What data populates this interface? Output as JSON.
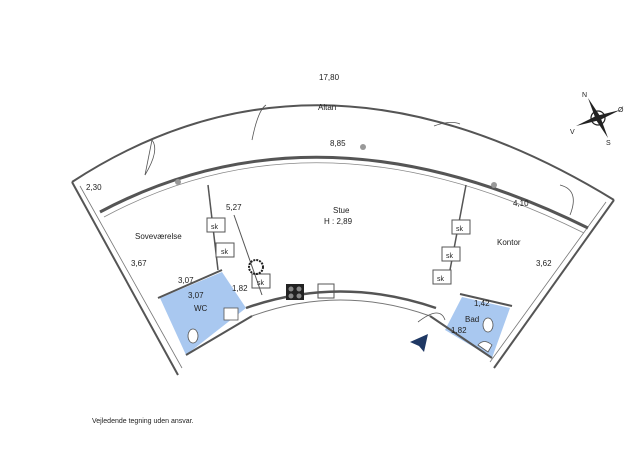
{
  "plan": {
    "overall_width": "17,80",
    "rooms": {
      "altan": "Altan",
      "stue": "Stue",
      "stue_height": "H : 2,89",
      "sovevaerelse": "Soveværelse",
      "kontor": "Kontor",
      "wc": "WC",
      "bad": "Bad"
    },
    "dimensions": {
      "altan_depth": "2,30",
      "stue_width": "8,85",
      "sove_depth": "5,27",
      "sove_width": "3,67",
      "kontor_depth": "4,10",
      "kontor_width": "3,62",
      "wc_width": "3,07",
      "wc_depth": "3,07",
      "wc_side": "1,82",
      "bad_width": "1,42",
      "bad_depth": "1,82"
    },
    "storage_label": "sk",
    "compass": {
      "north": "N",
      "south": "S",
      "east": "Ø",
      "west": "V"
    },
    "colors": {
      "wet_room": "#a9c8f0",
      "wall": "#555555",
      "entrance_arrow": "#1f3864"
    }
  },
  "disclaimer": "Vejledende tegning uden ansvar."
}
